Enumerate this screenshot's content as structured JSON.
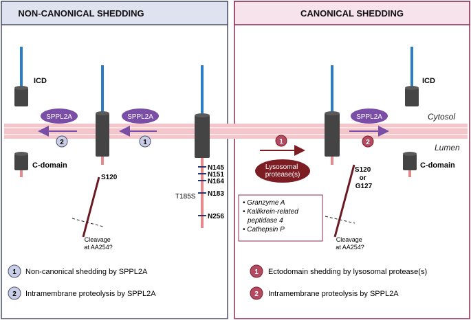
{
  "panels": {
    "left_title": "NON-CANONICAL SHEDDING",
    "right_title": "CANONICAL SHEDDING"
  },
  "compartments": {
    "cytosol": "Cytosol",
    "lumen": "Lumen"
  },
  "enzymes": {
    "sppl2a": "SPPL2A",
    "lysosomal": [
      "Lysosomal",
      "protease(s)"
    ]
  },
  "fragments": {
    "icd": "ICD",
    "c_domain": "C-domain"
  },
  "sites": {
    "glycosylation": [
      "N145",
      "N151",
      "N164",
      "N183",
      "N256"
    ],
    "variant": "T185S",
    "left_cut": "S120",
    "right_cut": [
      "S120",
      "or",
      "G127"
    ],
    "cleavage": [
      "Cleavage",
      "at AA254?"
    ]
  },
  "proteases_box": [
    "• Granzyme A",
    "• Kallikrein-related",
    "peptidase 4",
    "• Cathepsin P"
  ],
  "steps": {
    "n1": "1",
    "n2": "2"
  },
  "legend": {
    "left": [
      {
        "num": "1",
        "text": "Non-canonical shedding by SPPL2A"
      },
      {
        "num": "2",
        "text": "Intramembrane proteolysis by SPPL2A"
      }
    ],
    "right": [
      {
        "num": "1",
        "text": "Ectodomain shedding by lysosomal protease(s)"
      },
      {
        "num": "2",
        "text": "Intramembrane proteolysis by SPPL2A"
      }
    ]
  },
  "colors": {
    "left_panel_fill": "#dfe2ef",
    "left_panel_border": "#4a4f6a",
    "right_panel_fill": "#f7e3ec",
    "right_panel_border": "#8a2a4e",
    "membrane": "#f4c6cc",
    "tm_segment": "#444444",
    "cyto_tail": "#2b7dc6",
    "lumen_tail": "#e58a8c",
    "sppl2a": "#7a4ea6",
    "lysosomal": "#7c1d24",
    "step_left": "#c9cde6",
    "step_right": "#b24a62",
    "cleaved": "#6a1a22"
  }
}
